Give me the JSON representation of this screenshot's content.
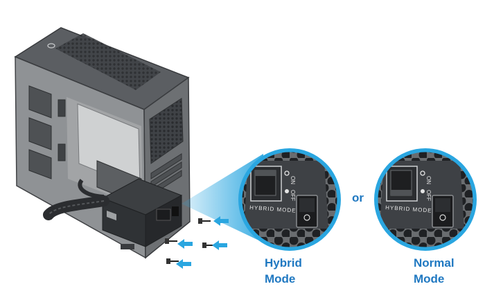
{
  "figure": {
    "switch_labels": {
      "on": "ON",
      "off": "OFF"
    },
    "mode_label_on_switch": "HYBRID MODE",
    "connector_word": "or",
    "options": [
      {
        "line1": "Hybrid",
        "line2": "Mode",
        "rocker": "pressed"
      },
      {
        "line1": "Normal",
        "line2": "Mode",
        "rocker": "released"
      }
    ],
    "accent_color": "#1f78c1",
    "callout_color": "#2aa6e0",
    "screw_arrow_color": "#2aa6e0"
  }
}
